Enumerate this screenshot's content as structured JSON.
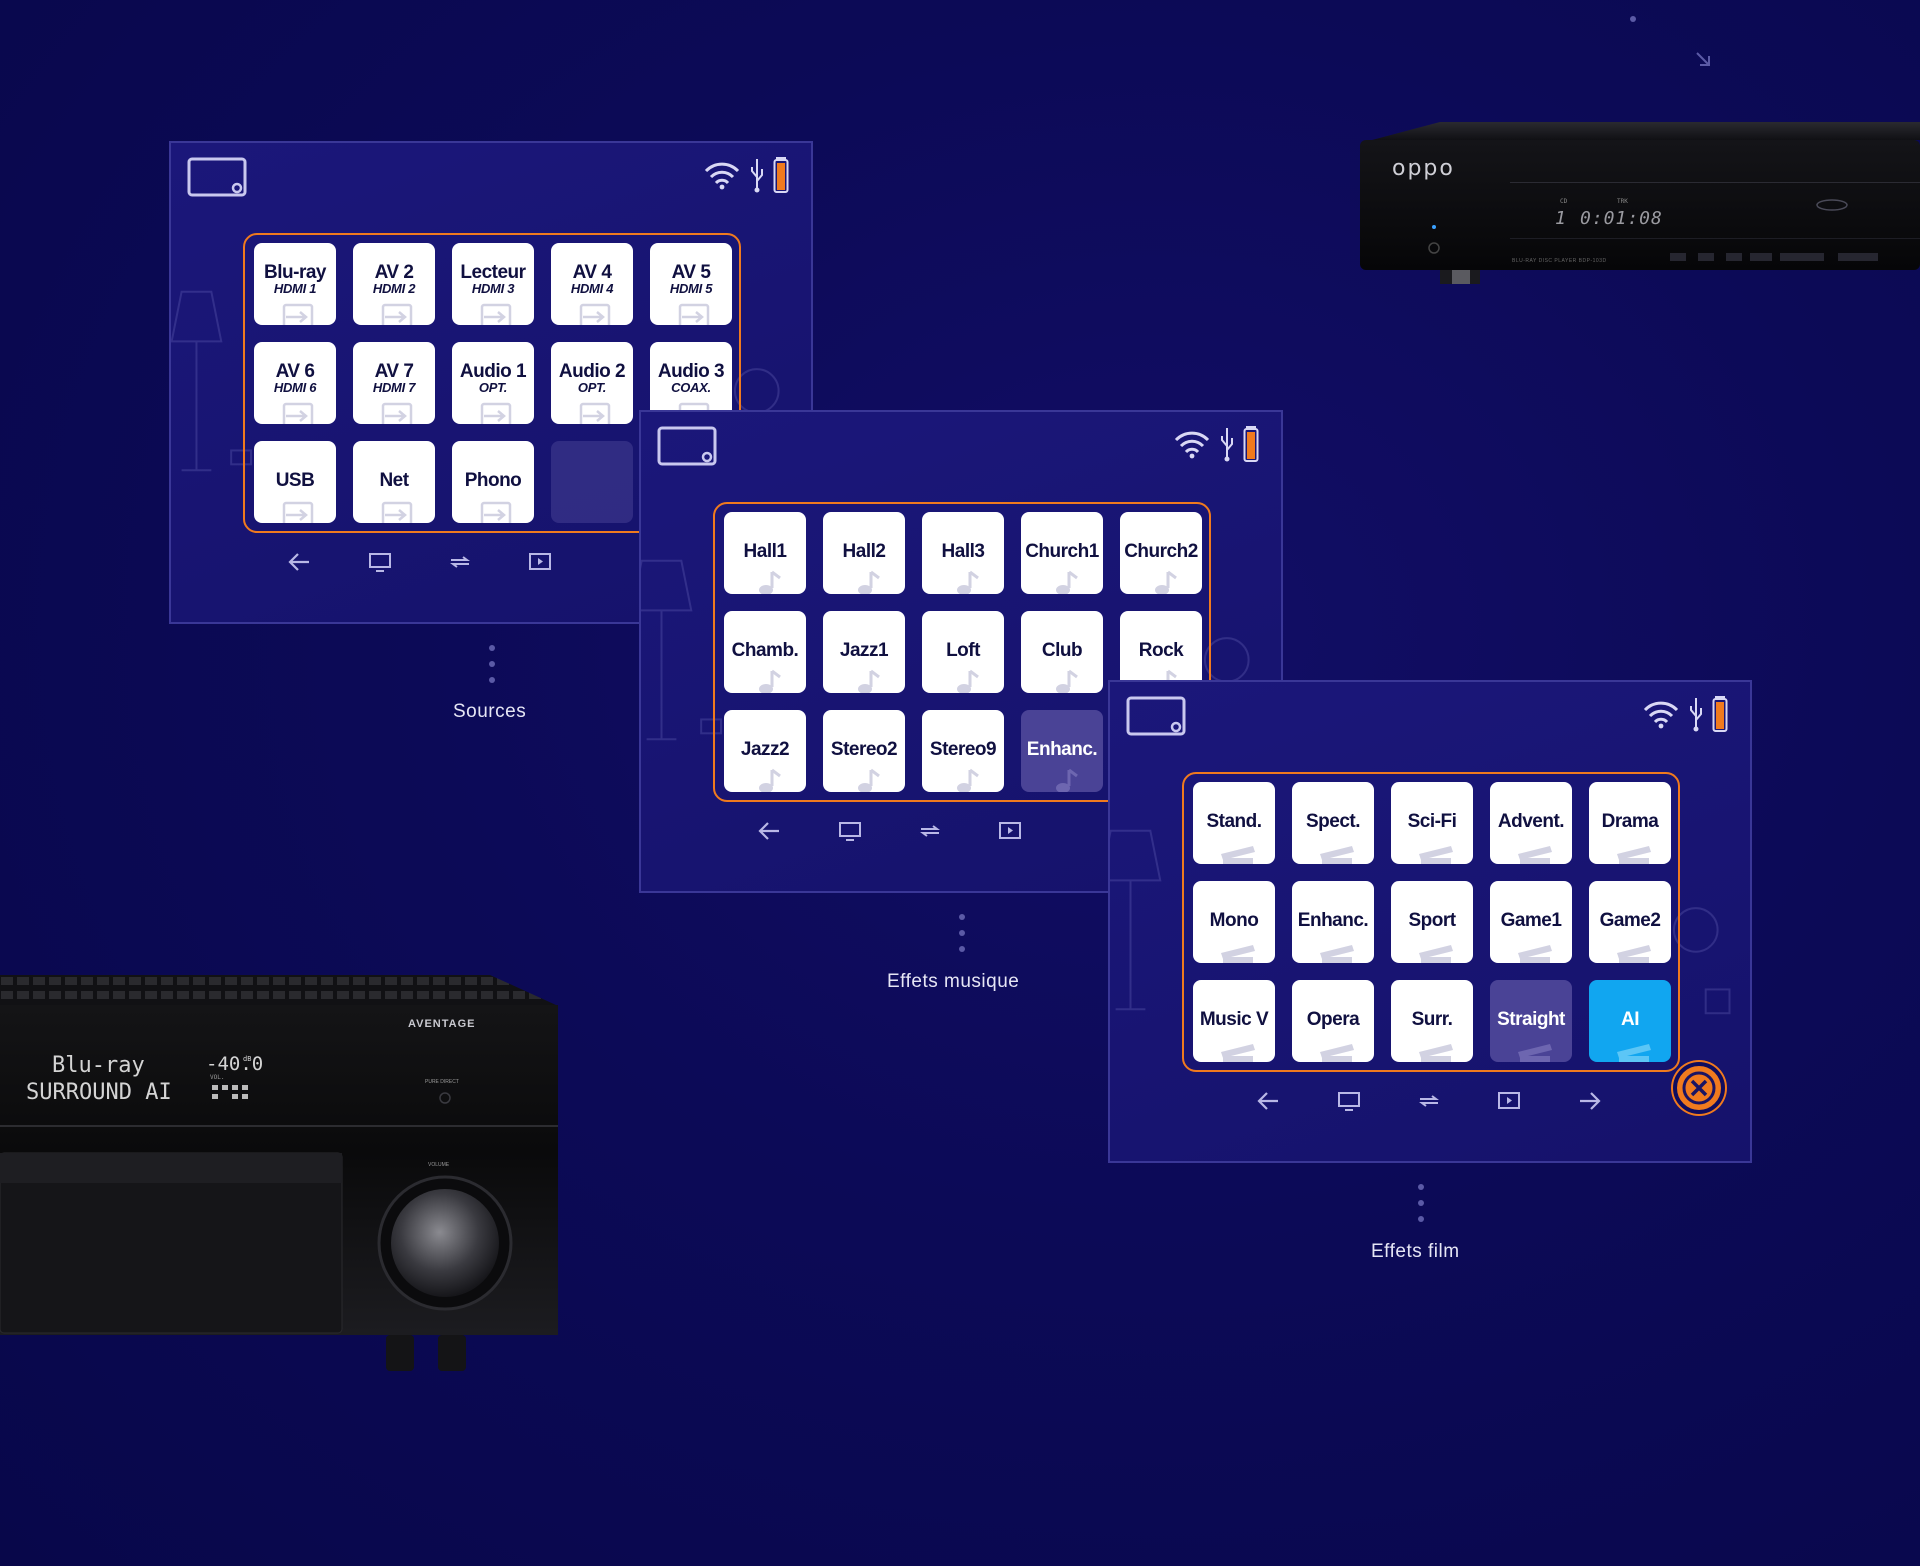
{
  "panels": {
    "sources": {
      "caption": "Sources",
      "tiles": [
        {
          "label": "Blu-ray",
          "sub": "HDMI 1"
        },
        {
          "label": "AV 2",
          "sub": "HDMI 2"
        },
        {
          "label": "Lecteur",
          "sub": "HDMI 3"
        },
        {
          "label": "AV 4",
          "sub": "HDMI 4"
        },
        {
          "label": "AV 5",
          "sub": "HDMI 5"
        },
        {
          "label": "AV 6",
          "sub": "HDMI 6"
        },
        {
          "label": "AV 7",
          "sub": "HDMI 7"
        },
        {
          "label": "Audio 1",
          "sub": "OPT."
        },
        {
          "label": "Audio 2",
          "sub": "OPT."
        },
        {
          "label": "Audio 3",
          "sub": "COAX."
        },
        {
          "label": "USB",
          "sub": ""
        },
        {
          "label": "Net",
          "sub": ""
        },
        {
          "label": "Phono",
          "sub": ""
        }
      ]
    },
    "music": {
      "caption": "Effets musique",
      "tiles": [
        "Hall1",
        "Hall2",
        "Hall3",
        "Church1",
        "Church2",
        "Chamb.",
        "Jazz1",
        "Loft",
        "Club",
        "Rock",
        "Jazz2",
        "Stereo2",
        "Stereo9",
        "Enhanc."
      ]
    },
    "film": {
      "caption": "Effets film",
      "tiles": [
        "Stand.",
        "Spect.",
        "Sci-Fi",
        "Advent.",
        "Drama",
        "Mono",
        "Enhanc.",
        "Sport",
        "Game1",
        "Game2",
        "Music V",
        "Opera",
        "Surr.",
        "Straight",
        "AI"
      ]
    }
  },
  "receiver": {
    "brand": "AVENTAGE",
    "display_line1": "Blu-ray",
    "display_line2": "SURROUND AI",
    "volume_readout": "-40.0",
    "volume_unit": "dB",
    "vol_label": "VOL.",
    "pure_direct_label": "PURE DIRECT",
    "volume_label": "VOLUME"
  },
  "player": {
    "brand": "oppo",
    "display_track": "1",
    "display_time": "0:01:08",
    "cd_label": "CD",
    "trk_label": "TRK",
    "model": "BLU-RAY DISC PLAYER BDP-103D"
  },
  "colors": {
    "background": "#0c0a57",
    "panel": "#1b177a",
    "accent": "#f07a1e",
    "active": "#11a6f0",
    "dim_tile": "#4a4396"
  },
  "icons": {
    "device": "display-device-icon",
    "wifi": "wifi-icon",
    "usb": "usb-icon",
    "battery": "battery-icon",
    "nav": [
      "back-arrow-icon",
      "tv-icon",
      "repeat-icon",
      "media-screen-icon",
      "forward-arrow-icon"
    ],
    "close": "close-icon",
    "sources_watermark": "input-arrow-icon",
    "music_watermark": "music-note-icon",
    "film_watermark": "clapperboard-icon"
  }
}
